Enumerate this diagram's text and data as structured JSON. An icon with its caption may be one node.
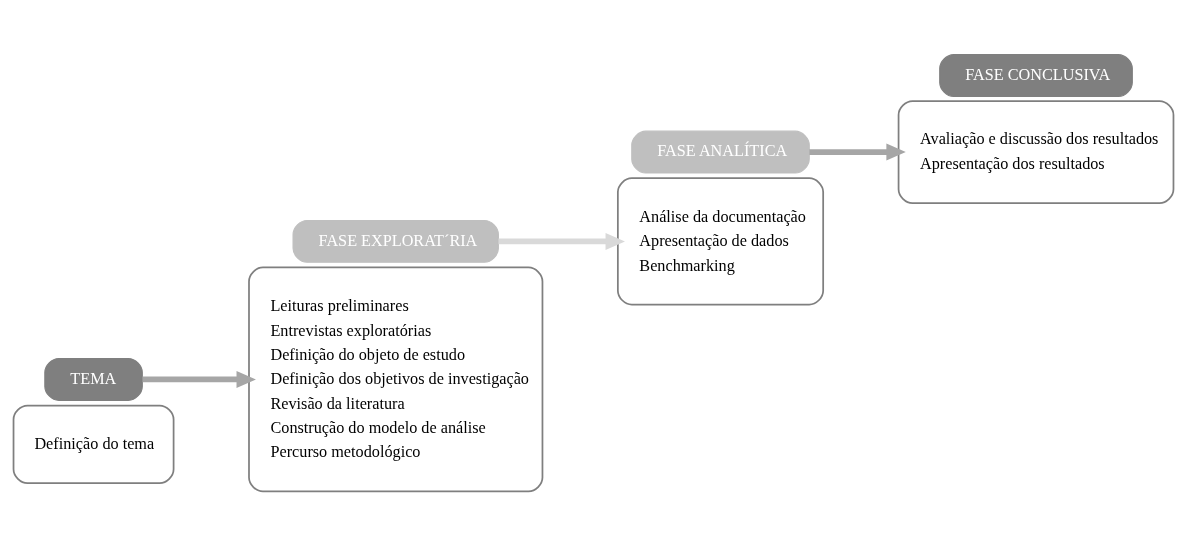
{
  "diagram": {
    "nodes": [
      {
        "text": [
          "Definição do tema"
        ]
      },
      {
        "text": [
          "TEMA"
        ]
      },
      {
        "text": [
          "Leituras preliminares",
          "Entrevistas exploratórias",
          "Definição do objeto de estudo",
          "Definição dos objetivos de investigação",
          "Revisão da literatura",
          "Construção do modelo de análise",
          "Percurso metodológico"
        ]
      },
      {
        "text": [
          "FASE EXPLORAT´RIA"
        ]
      },
      {
        "text": [
          "Análise da documentação",
          "Apresentação de dados",
          "Benchmarking"
        ]
      },
      {
        "text": [
          "FASE ANALÍTICA"
        ]
      },
      {
        "text": [
          "Avaliação e discussão dos resultados",
          "Apresentação dos resultados"
        ]
      },
      {
        "text": [
          "FASE CONCLUSIVA"
        ]
      }
    ],
    "edges": [
      {
        "from": 1,
        "to": 2,
        "arrow": "to"
      },
      {
        "from": 3,
        "to": 4,
        "arrow": "to",
        "color": "#d9d9d9"
      },
      {
        "from": 5,
        "to": 6,
        "arrow": "to"
      }
    ]
  }
}
